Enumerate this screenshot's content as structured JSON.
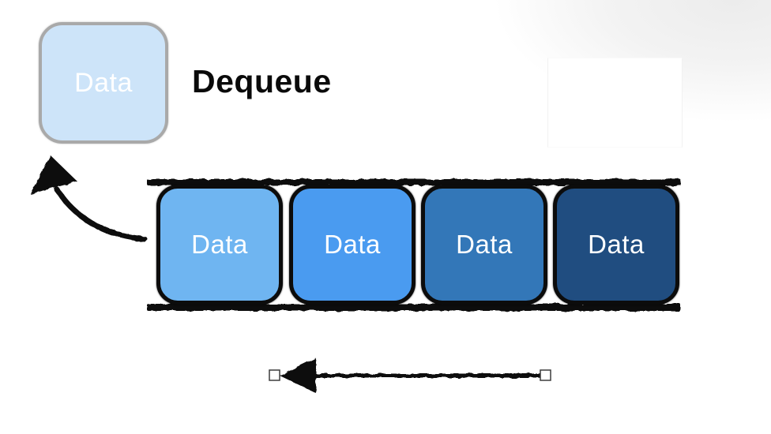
{
  "title": "Dequeue",
  "dequeued_box": {
    "label": "Data",
    "fill": "#cde4f9",
    "border": "#a9a9a9"
  },
  "queue": {
    "items": [
      {
        "label": "Data",
        "fill": "#6fb5f1"
      },
      {
        "label": "Data",
        "fill": "#4a9bf0"
      },
      {
        "label": "Data",
        "fill": "#3377b8"
      },
      {
        "label": "Data",
        "fill": "#204d80"
      }
    ]
  },
  "colors": {
    "ink": "#111111",
    "background": "#ffffff",
    "corner_shade": "#ececec",
    "box_text": "#ffffff"
  }
}
